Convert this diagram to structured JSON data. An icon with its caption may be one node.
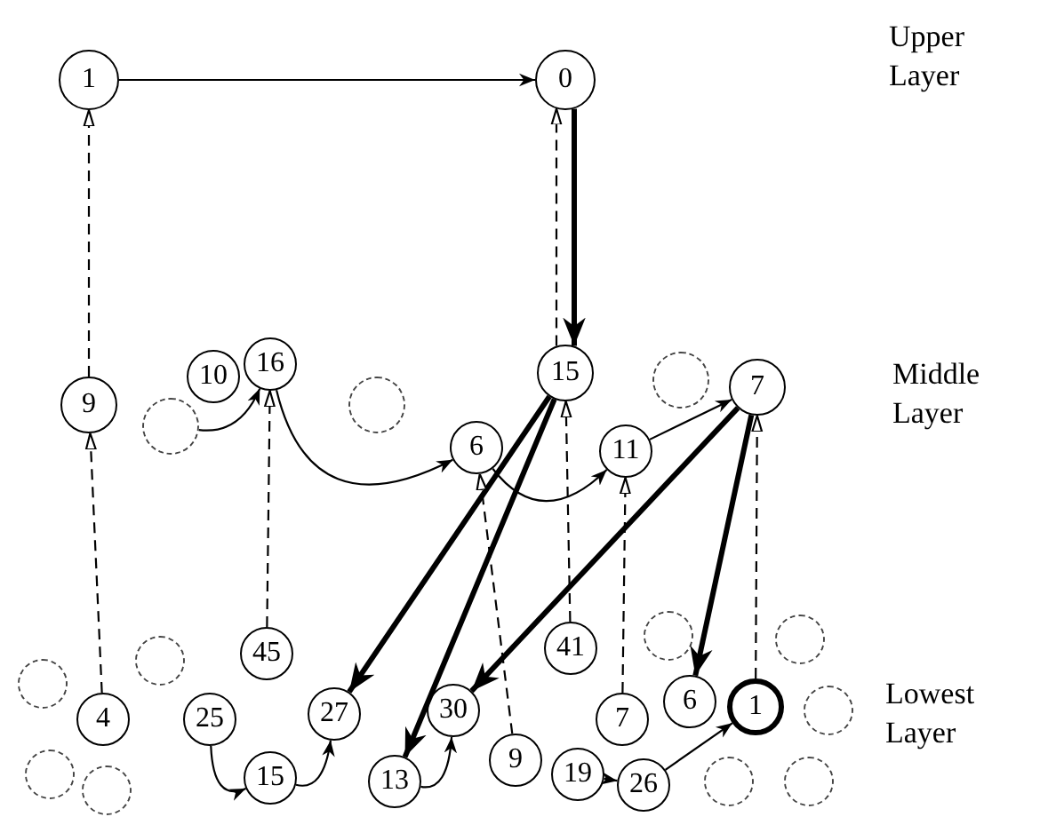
{
  "diagram": {
    "nodes": [
      {
        "text": [
          "1"
        ]
      },
      {
        "text": [
          "0"
        ]
      },
      {
        "text": [
          "9"
        ]
      },
      {
        "text": [
          "10"
        ]
      },
      {
        "text": [
          "16"
        ]
      },
      {
        "text": [
          "15"
        ]
      },
      {
        "text": [
          "6"
        ]
      },
      {
        "text": [
          "11"
        ]
      },
      {
        "text": [
          "7"
        ]
      },
      {
        "text": [
          "4"
        ]
      },
      {
        "text": [
          "45"
        ]
      },
      {
        "text": [
          "25"
        ]
      },
      {
        "text": [
          "15"
        ]
      },
      {
        "text": [
          "27"
        ]
      },
      {
        "text": [
          "13"
        ]
      },
      {
        "text": [
          "30"
        ]
      },
      {
        "text": [
          "9"
        ]
      },
      {
        "text": [
          "41"
        ]
      },
      {
        "text": [
          "19"
        ]
      },
      {
        "text": [
          "7"
        ]
      },
      {
        "text": [
          "6"
        ]
      },
      {
        "text": [
          "1"
        ]
      },
      {
        "text": [
          "26"
        ]
      },
      {
        "text": [],
        "shape": "circle"
      },
      {
        "text": [],
        "shape": "circle"
      },
      {
        "text": [],
        "shape": "circle"
      },
      {
        "text": [],
        "shape": "circle"
      },
      {
        "text": [],
        "shape": "circle"
      },
      {
        "text": [],
        "shape": "circle"
      },
      {
        "text": [],
        "shape": "circle"
      },
      {
        "text": [],
        "shape": "circle"
      },
      {
        "text": [],
        "shape": "circle"
      },
      {
        "text": [],
        "shape": "circle"
      },
      {
        "text": [],
        "shape": "circle"
      },
      {
        "text": [],
        "shape": "circle"
      }
    ],
    "edges": [
      {
        "from": 0,
        "to": 1,
        "arrow": "to"
      },
      {
        "from": 1,
        "to": 5,
        "arrow": "to",
        "style": "thick"
      },
      {
        "from": 5,
        "to": 1,
        "arrow": "to",
        "style": "dashed"
      },
      {
        "from": 2,
        "to": 0,
        "arrow": "to",
        "style": "dashed"
      },
      {
        "from": 9,
        "to": 2,
        "arrow": "to",
        "style": "dashed"
      },
      {
        "from": 10,
        "to": 4,
        "arrow": "to",
        "style": "dashed"
      },
      {
        "from": 4,
        "to": 6,
        "arrow": "to"
      },
      {
        "from": 6,
        "to": 7,
        "arrow": "to"
      },
      {
        "from": 7,
        "to": 8,
        "arrow": "to"
      },
      {
        "from": 5,
        "to": 13,
        "arrow": "to",
        "style": "thick"
      },
      {
        "from": 5,
        "to": 14,
        "arrow": "to",
        "style": "thick"
      },
      {
        "from": 8,
        "to": 15,
        "arrow": "to",
        "style": "thick"
      },
      {
        "from": 8,
        "to": 20,
        "arrow": "to",
        "style": "thick"
      },
      {
        "from": 21,
        "to": 8,
        "arrow": "to",
        "style": "dashed"
      },
      {
        "from": 19,
        "to": 7,
        "arrow": "to",
        "style": "dashed"
      },
      {
        "from": 17,
        "to": 5,
        "arrow": "to",
        "style": "dashed"
      },
      {
        "from": 16,
        "to": 6,
        "arrow": "to",
        "style": "dashed"
      },
      {
        "from": 23,
        "to": 4,
        "arrow": "to"
      },
      {
        "from": 11,
        "to": 12,
        "arrow": "to"
      },
      {
        "from": 12,
        "to": 13,
        "arrow": "to"
      },
      {
        "from": 14,
        "to": 15,
        "arrow": "to"
      },
      {
        "from": 18,
        "to": 22,
        "arrow": "to"
      },
      {
        "from": 22,
        "to": 21,
        "arrow": "to"
      }
    ],
    "labels": [
      "Upper Layer",
      "Middle Layer",
      "Lowest Layer"
    ]
  }
}
